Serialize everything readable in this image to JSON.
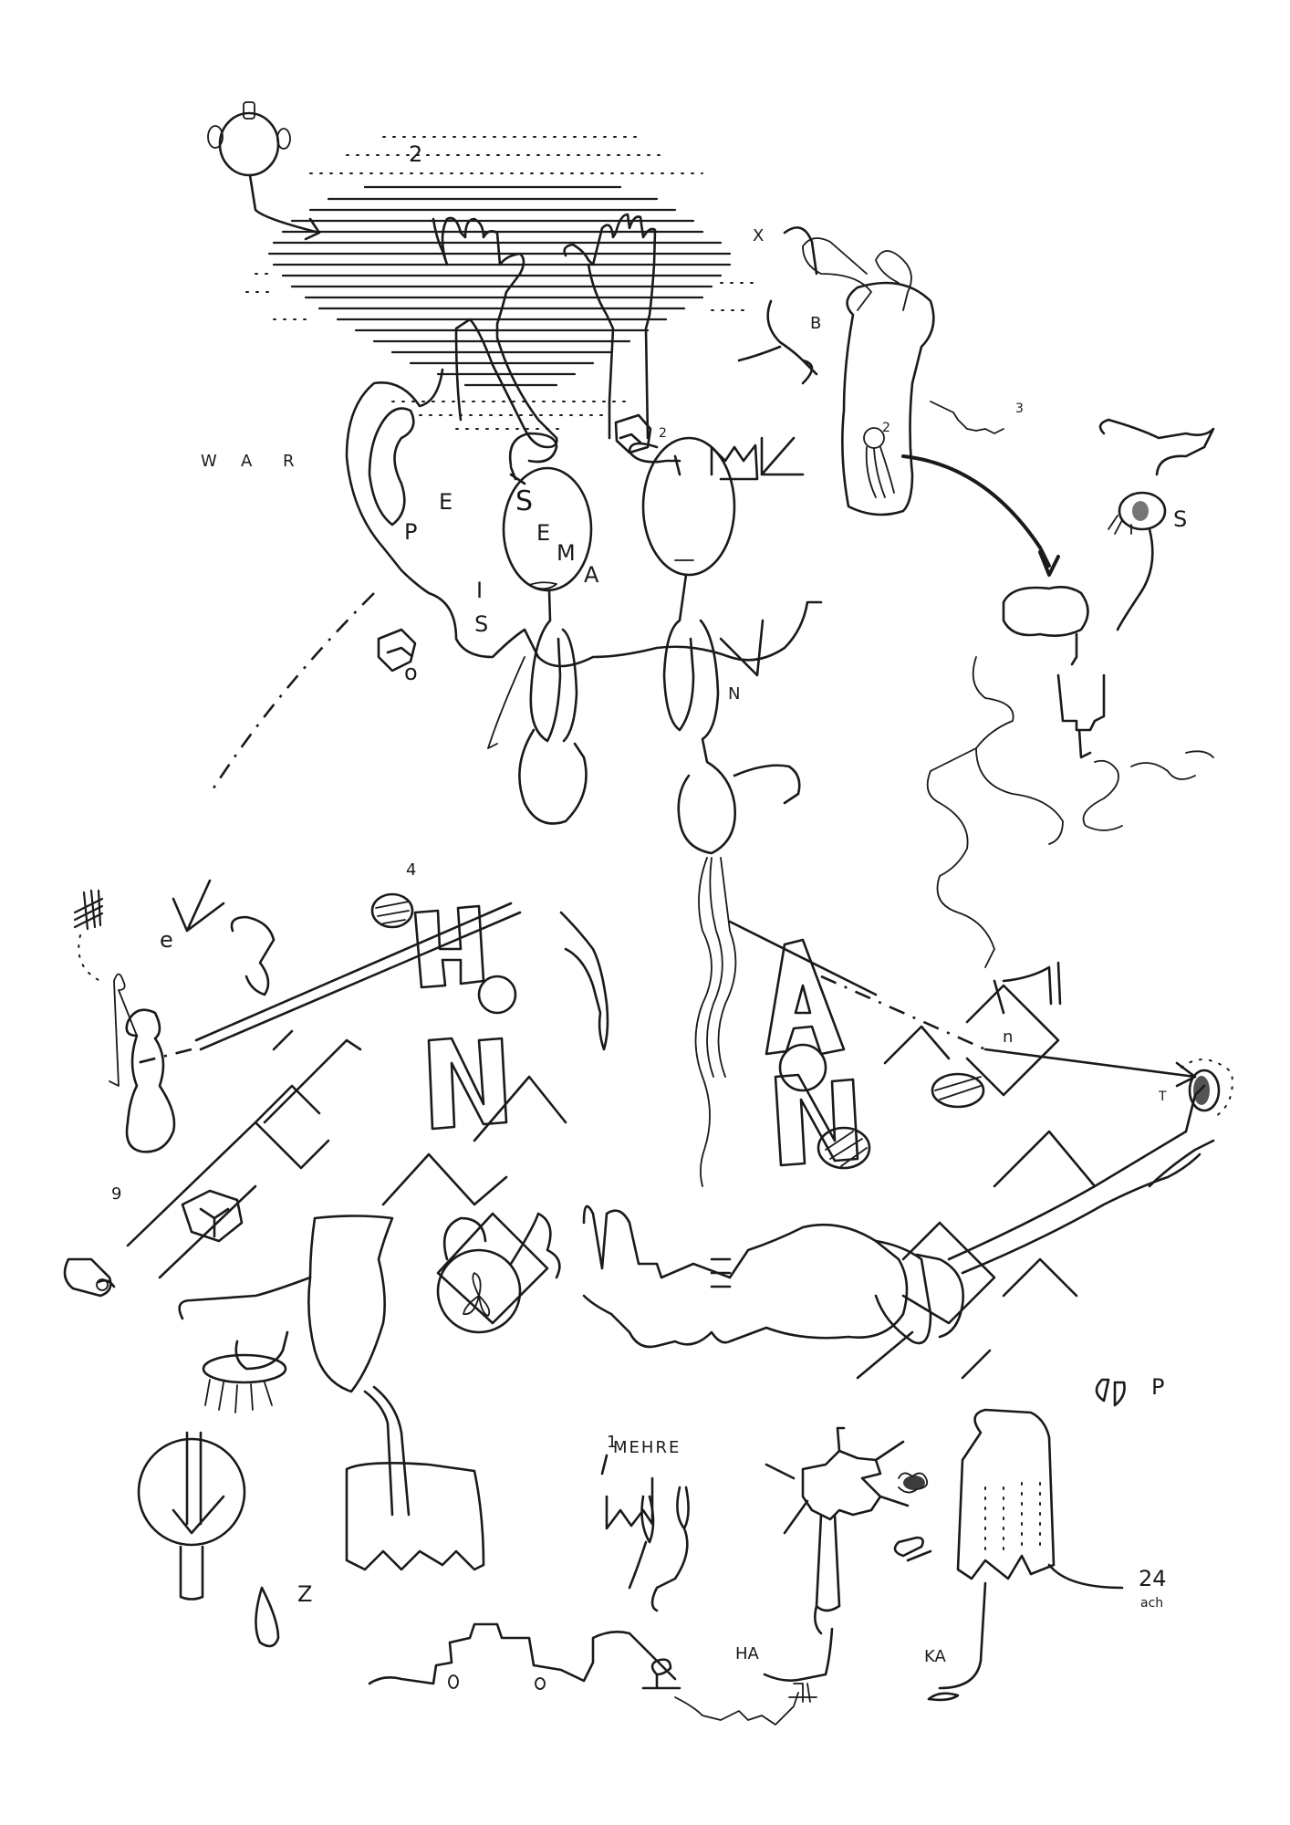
{
  "artwork": {
    "medium": "black ink line drawing on white paper",
    "background_color": "#ffffff",
    "ink_color": "#1a1a1a"
  },
  "labels": {
    "cloud_number": "2",
    "creature_x": "X",
    "creature_b": "B",
    "creature_number_2": "2",
    "creature_number_3": "3",
    "war_w": "W",
    "war_a": "A",
    "war_r": "R",
    "hexagon_sup": "2",
    "word_pesis": [
      "P",
      "E",
      "I",
      "S"
    ],
    "word_semas": [
      "S",
      "E",
      "M",
      "A"
    ],
    "letter_o": "o",
    "letter_n_small": "N",
    "right_s": "S",
    "number_4": "4",
    "letter_e": "e",
    "big_h": "H",
    "big_n_left": "N",
    "big_a": "A",
    "big_n_right": "N",
    "letter_n_lower": "n",
    "number_9": "9",
    "letter_t": "T",
    "mehre": "MEHRE",
    "mehre_prefix": "1",
    "letter_p": "P",
    "number_z": "Z",
    "number_24": "24",
    "ach": "ach",
    "ha": "HA",
    "ka": "KA"
  }
}
